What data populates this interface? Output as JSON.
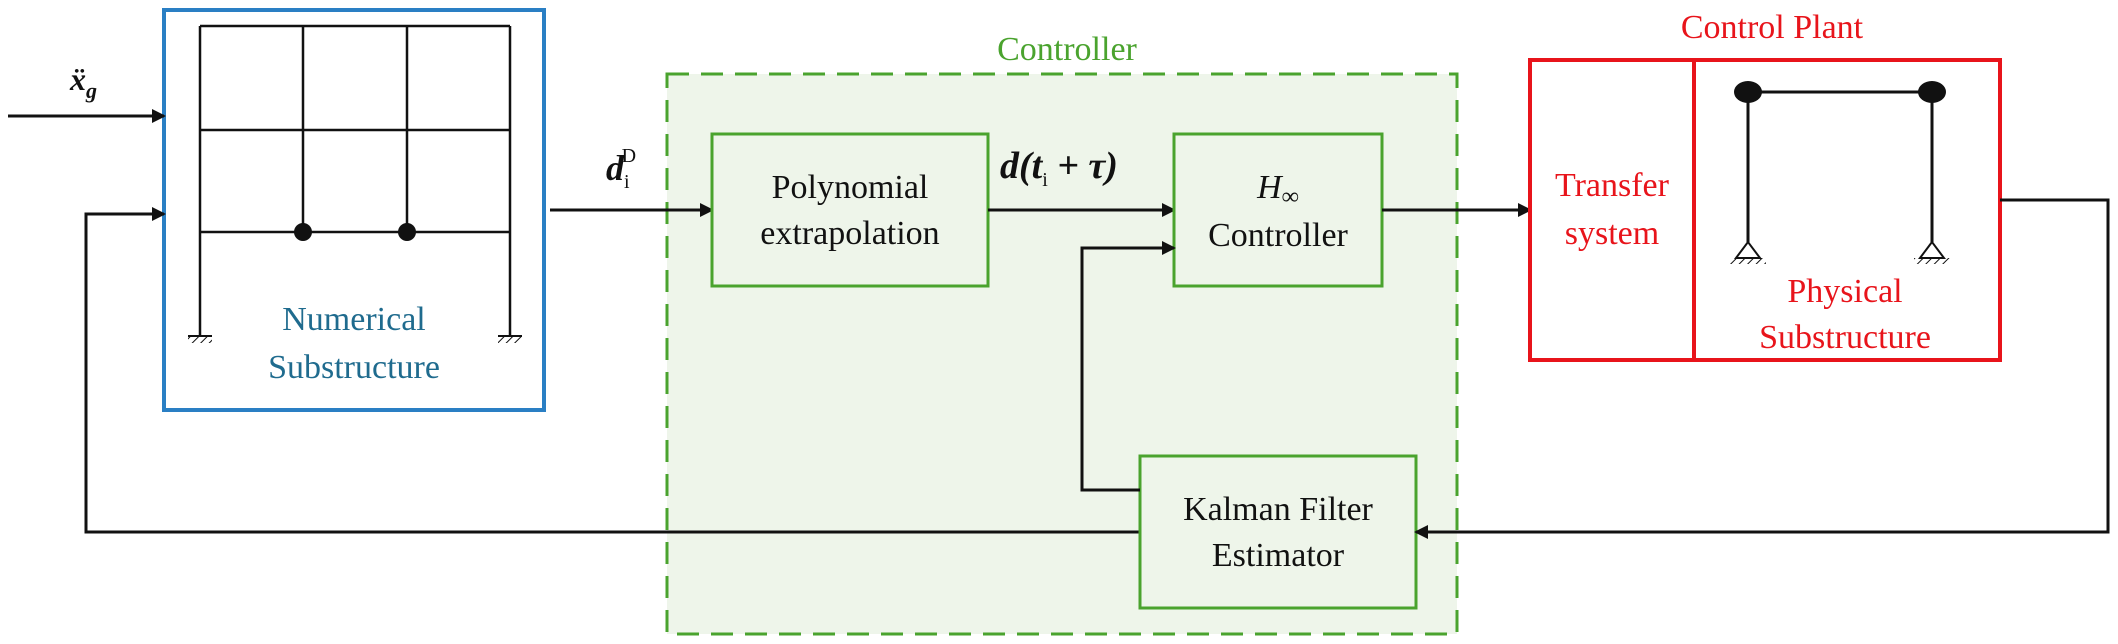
{
  "input_signal": {
    "symbol": "ẍ",
    "subscript": "g"
  },
  "numerical_substructure": {
    "line1": "Numerical",
    "line2": "Substructure"
  },
  "controller_group": {
    "title": "Controller"
  },
  "signal_di": {
    "symbol": "d",
    "subscript": "i",
    "superscript": "D"
  },
  "polynomial_block": {
    "line1": "Polynomial",
    "line2": "extrapolation"
  },
  "signal_prediction": {
    "pre": "d(",
    "t": "t",
    "sub": "i",
    "post": " + τ)"
  },
  "hinf_block": {
    "symbol": "H",
    "symbol_sub": "∞",
    "line2": "Controller"
  },
  "kalman_block": {
    "line1": "Kalman Filter",
    "line2": "Estimator"
  },
  "control_plant": {
    "title": "Control Plant"
  },
  "transfer_block": {
    "line1": "Transfer",
    "line2": "system"
  },
  "physical_block": {
    "line1": "Physical",
    "line2": "Substructure"
  },
  "colors": {
    "numerical": "#2a7fc4",
    "controller": "#4aa32e",
    "controller_fill": "#eef5ea",
    "plant": "#e8141b",
    "line": "#111111"
  }
}
